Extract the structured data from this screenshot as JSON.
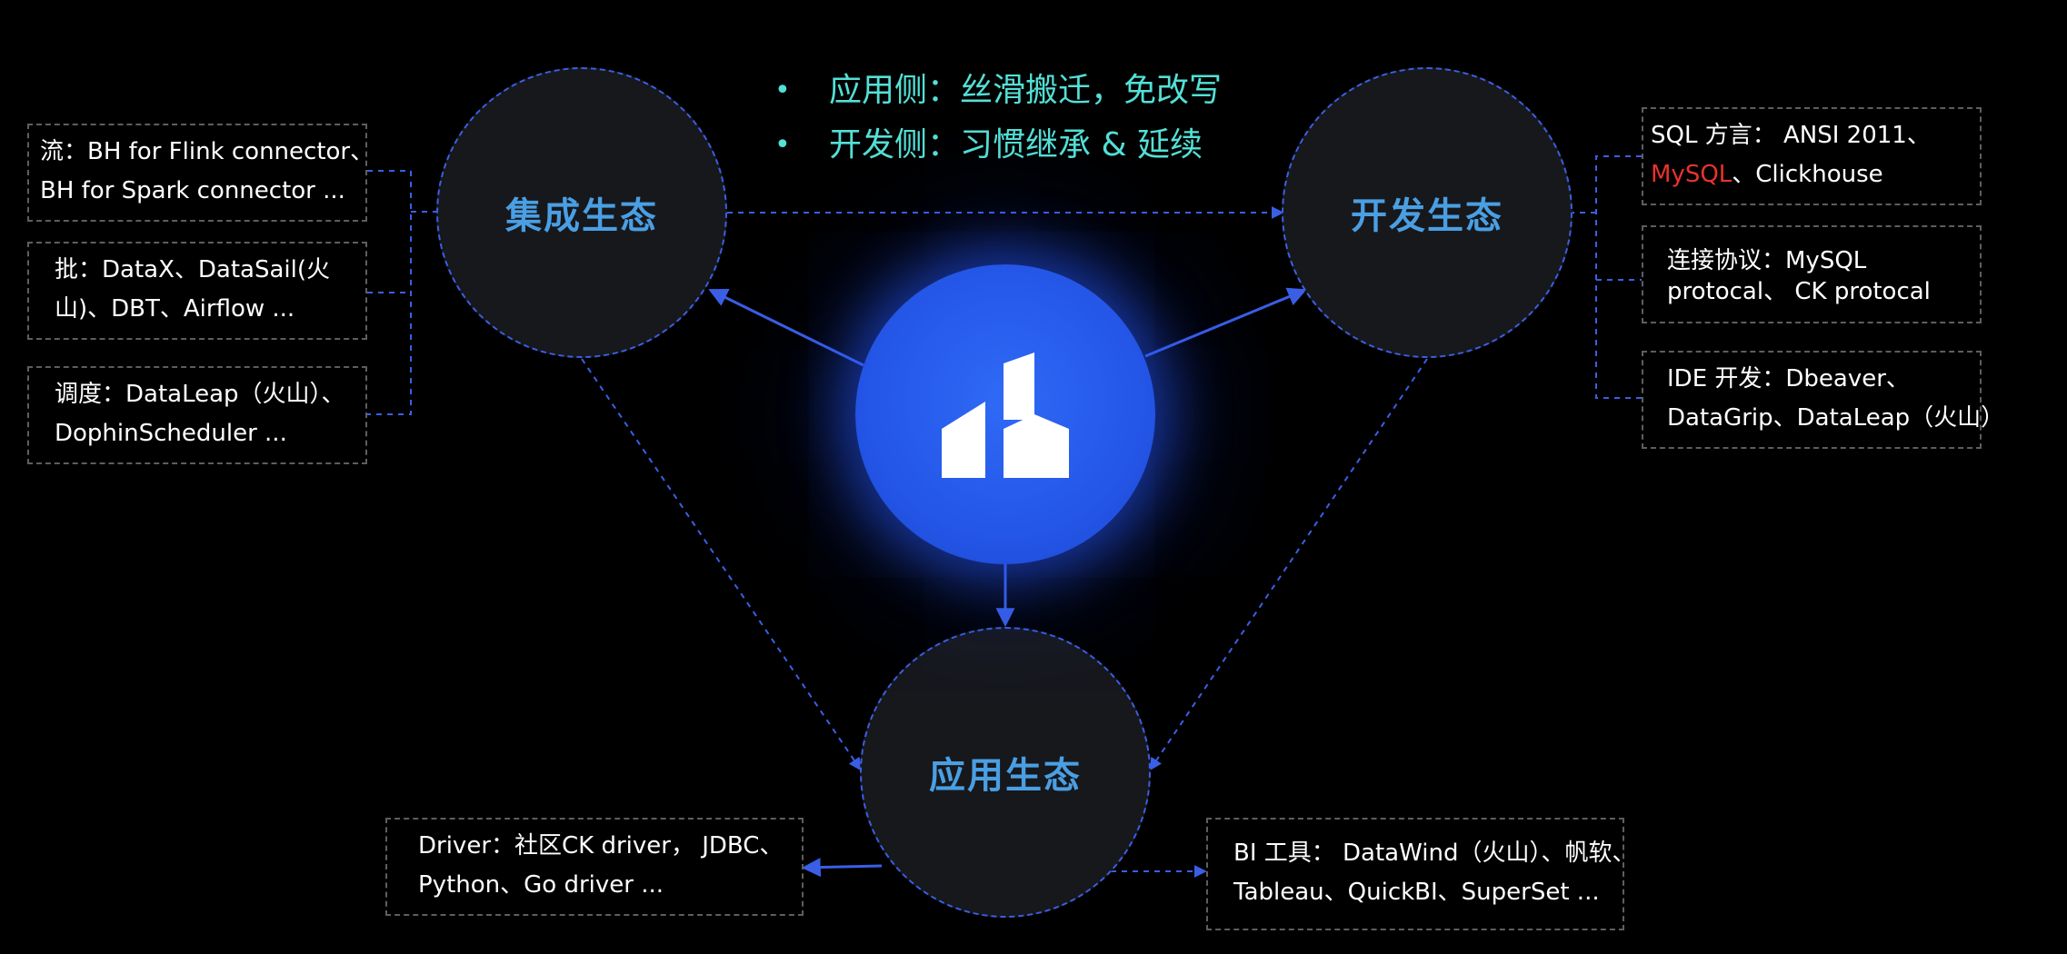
{
  "bullets": [
    "应用侧：丝滑搬迁，免改写",
    "开发侧：习惯继承 & 延续"
  ],
  "nodes": {
    "integration": "集成生态",
    "development": "开发生态",
    "application": "应用生态"
  },
  "integration_boxes": {
    "stream": [
      "流：BH for Flink connector、",
      "BH for Spark connector ..."
    ],
    "batch": [
      "批：DataX、DataSail(火",
      "山)、DBT、Airflow ..."
    ],
    "schedule": [
      "调度：DataLeap（火山）、",
      "DophinScheduler ..."
    ]
  },
  "development_boxes": {
    "sql_prefix": "SQL 方言： ANSI 2011、",
    "sql_highlight": "MySQL",
    "sql_suffix": "、Clickhouse",
    "protocol": [
      "连接协议：MySQL",
      "protocal、 CK protocal"
    ],
    "ide": [
      "IDE 开发：Dbeaver、",
      "DataGrip、DataLeap（火山）"
    ]
  },
  "application_boxes": {
    "driver": [
      "Driver：社区CK driver， JDBC、",
      "Python、Go driver ..."
    ],
    "bi": [
      "BI 工具： DataWind（火山）、帆软、",
      "Tableau、QuickBI、SuperSet ..."
    ]
  },
  "colors": {
    "background": "#000000",
    "accent_blue": "#3a5fe6",
    "node_label": "#4a9fe3",
    "bullet_text": "#53e0d6",
    "highlight_red": "#e8332c"
  }
}
